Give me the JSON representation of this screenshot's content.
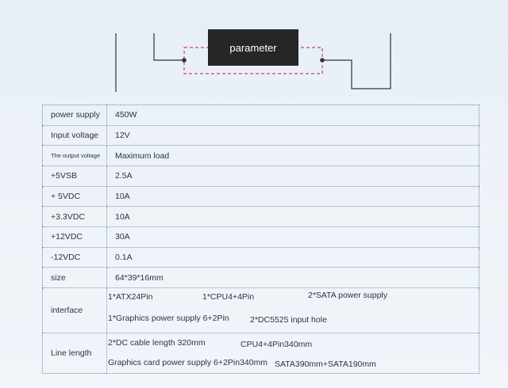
{
  "header": {
    "title": "parameter"
  },
  "rows": [
    {
      "label": "power supply",
      "value": "450W"
    },
    {
      "label": "Input voltage",
      "value": "12V"
    },
    {
      "label": "The output voltage",
      "value": "Maximum load"
    },
    {
      "label": "+5VSB",
      "value": "2.5A"
    },
    {
      "label": "+ 5VDC",
      "value": "10A"
    },
    {
      "label": "+3.3VDC",
      "value": "10A"
    },
    {
      "label": "+12VDC",
      "value": "30A"
    },
    {
      "label": "-12VDC",
      "value": "0.1A"
    },
    {
      "label": "size",
      "value": "64*39*16mm"
    }
  ],
  "interface": {
    "label": "interface",
    "items": [
      "1*ATX24Pin",
      "1*CPU4+4Pin",
      "2*SATA power supply",
      "1*Graphics power supply 6+2Pin",
      "2*DC5525 input hole"
    ]
  },
  "line_length": {
    "label": "Line length",
    "items": [
      "2*DC cable length 320mm",
      "CPU4+4Pin340mm",
      "Graphics card power supply 6+2Pin340mm",
      "SATA390mm+SATA190mm"
    ]
  }
}
